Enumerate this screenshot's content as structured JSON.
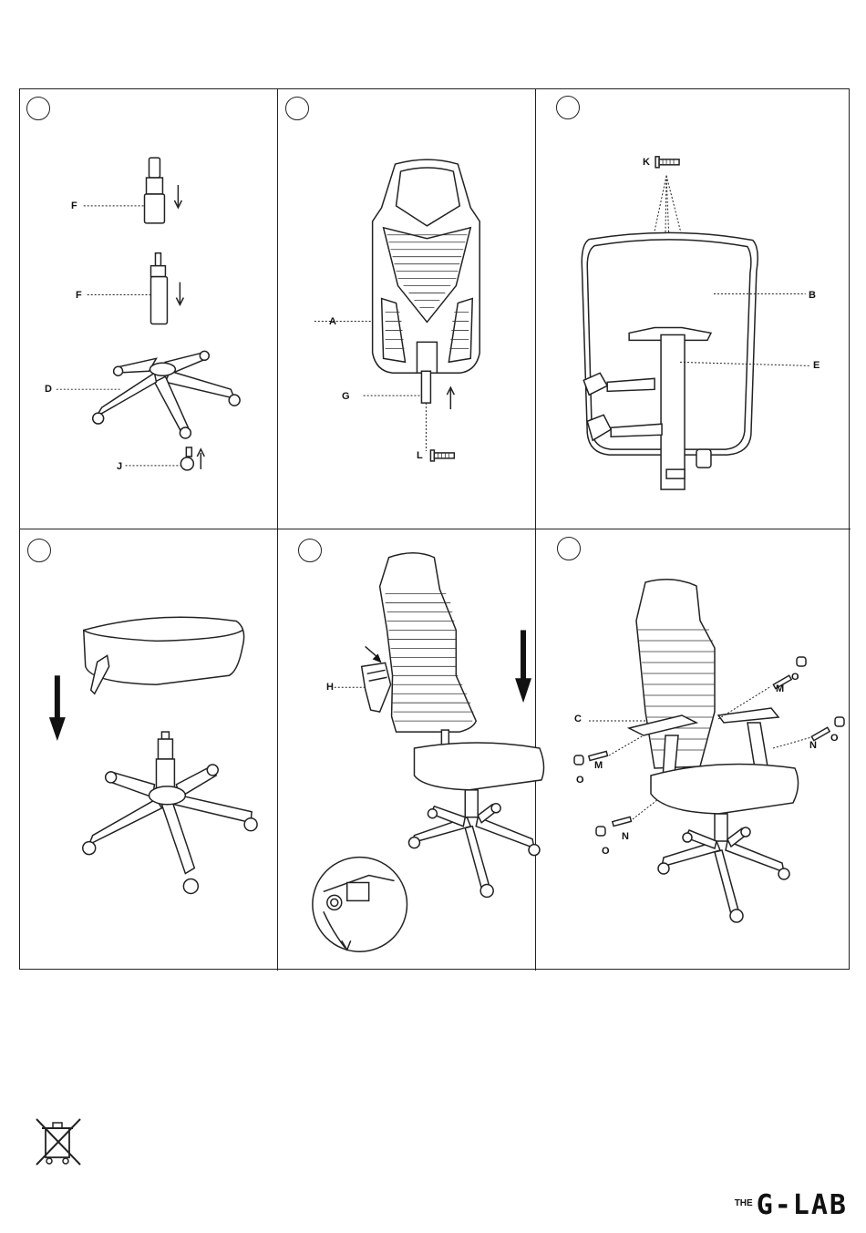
{
  "labels": {
    "F": "F",
    "D": "D",
    "J": "J",
    "A": "A",
    "G": "G",
    "L": "L",
    "K": "K",
    "B": "B",
    "E": "E",
    "H": "H",
    "C": "C",
    "M": "M",
    "O": "O",
    "N": "N"
  },
  "brand": {
    "prefix": "THE",
    "name": "G-LAB"
  },
  "icons": {
    "step_marker": "circle-icon",
    "disposal": "crossed-bin-icon",
    "direction": "arrow-icon"
  }
}
